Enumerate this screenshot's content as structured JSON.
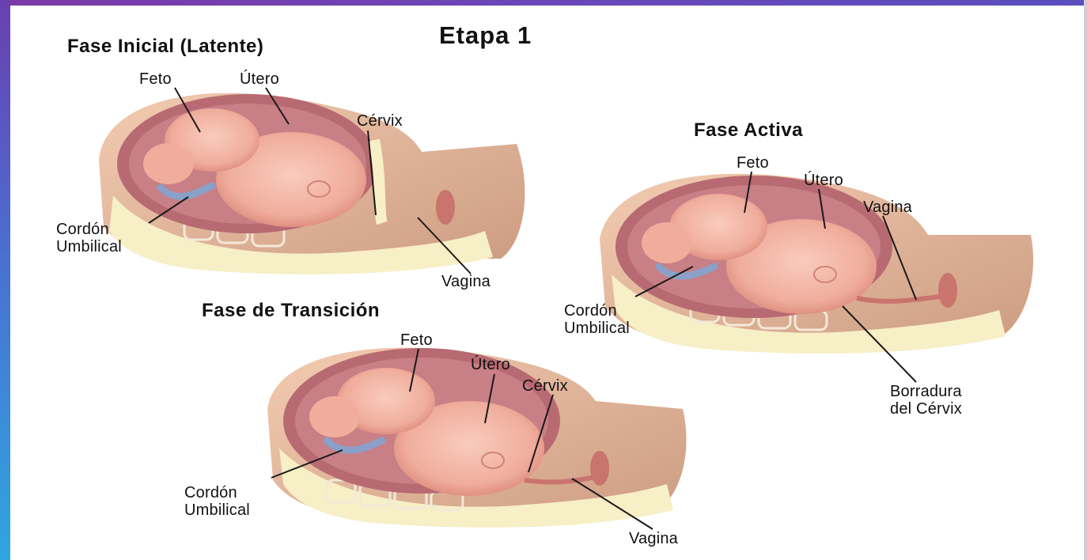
{
  "title": "Etapa 1",
  "panels": {
    "latent": {
      "title": "Fase Inicial (Latente)",
      "labels": {
        "feto": "Feto",
        "utero": "Útero",
        "cervix": "Cérvix",
        "cordon_1": "Cordón",
        "cordon_2": "Umbilical",
        "vagina": "Vagina"
      }
    },
    "active": {
      "title": "Fase Activa",
      "labels": {
        "feto": "Feto",
        "utero": "Útero",
        "vagina": "Vagina",
        "cordon_1": "Cordón",
        "cordon_2": "Umbilical",
        "borradura_1": "Borradura",
        "borradura_2": "del Cérvix"
      }
    },
    "transition": {
      "title": "Fase de Transición",
      "labels": {
        "feto": "Feto",
        "utero": "Útero",
        "cervix": "Cérvix",
        "cordon_1": "Cordón",
        "cordon_2": "Umbilical",
        "vagina": "Vagina"
      }
    }
  },
  "colors": {
    "skin": "#e9b99a",
    "uterus": "#b86a72",
    "fetus": "#f2b3a6",
    "fluid": "#f7efc6",
    "cord": "#8aa0c8",
    "frame_gradient_top": "#6a3fb0",
    "frame_gradient_bottom": "#2fa6df"
  }
}
